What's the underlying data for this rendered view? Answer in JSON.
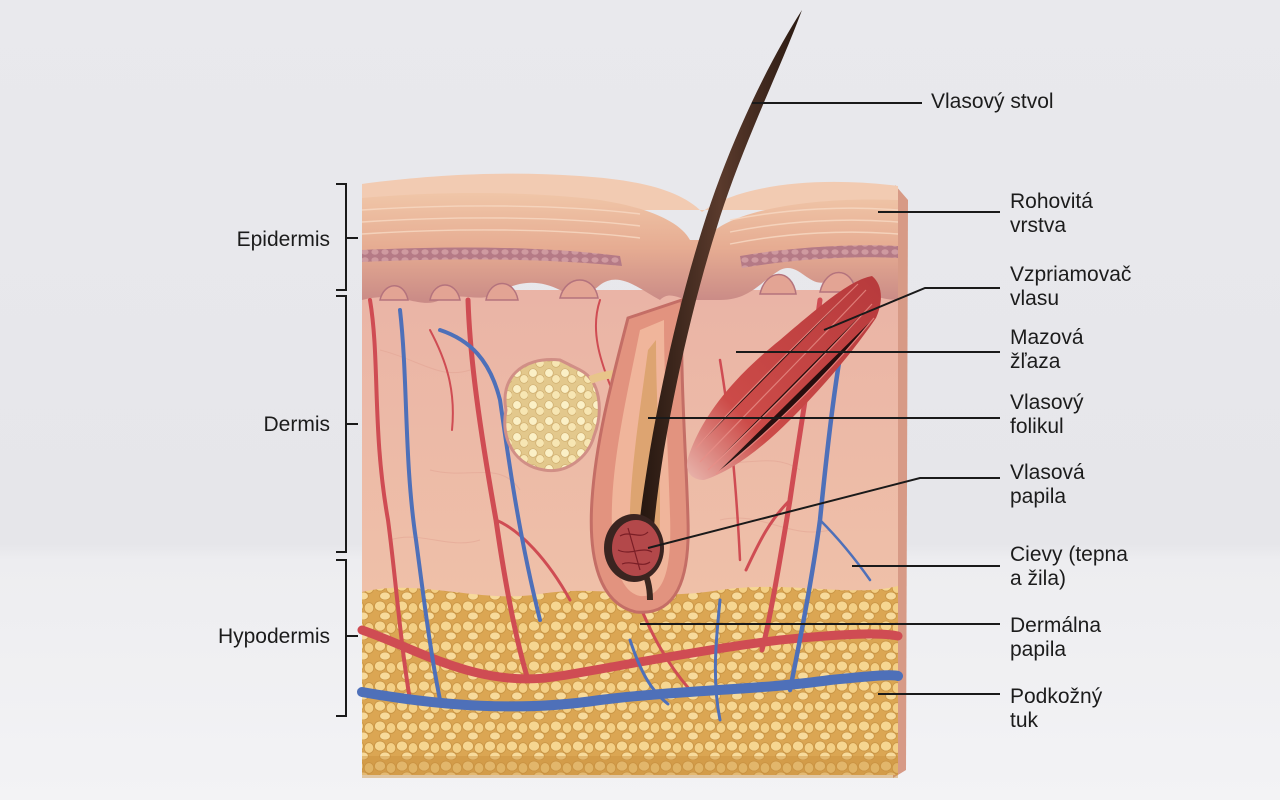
{
  "layers": {
    "epidermis": "Epidermis",
    "dermis": "Dermis",
    "hypodermis": "Hypodermis"
  },
  "structures": {
    "hair_shaft": {
      "line1": "Vlasový stvol"
    },
    "stratum_corneum": {
      "line1": "Rohovitá",
      "line2": "vrstva"
    },
    "arrector_pili": {
      "line1": "Vzpriamovač",
      "line2": "vlasu"
    },
    "sebaceous_gland": {
      "line1": "Mazová",
      "line2": "žľaza"
    },
    "hair_follicle": {
      "line1": "Vlasový",
      "line2": "folikul"
    },
    "hair_papilla": {
      "line1": "Vlasová",
      "line2": "papila"
    },
    "blood_vessels": {
      "line1": "Cievy (tepna",
      "line2": "a žila)"
    },
    "dermal_papilla": {
      "line1": "Dermálna",
      "line2": "papila"
    },
    "subcutaneous_fat": {
      "line1": "Podkožný",
      "line2": "tuk"
    }
  },
  "colors": {
    "epidermis": "#e8b49c",
    "dermis": "#efbfae",
    "hypodermis_fat": "#f0cc80",
    "artery": "#d04a4f",
    "vein": "#4d6fb8",
    "hair": "#3b2720",
    "muscle": "#c33f3f"
  }
}
